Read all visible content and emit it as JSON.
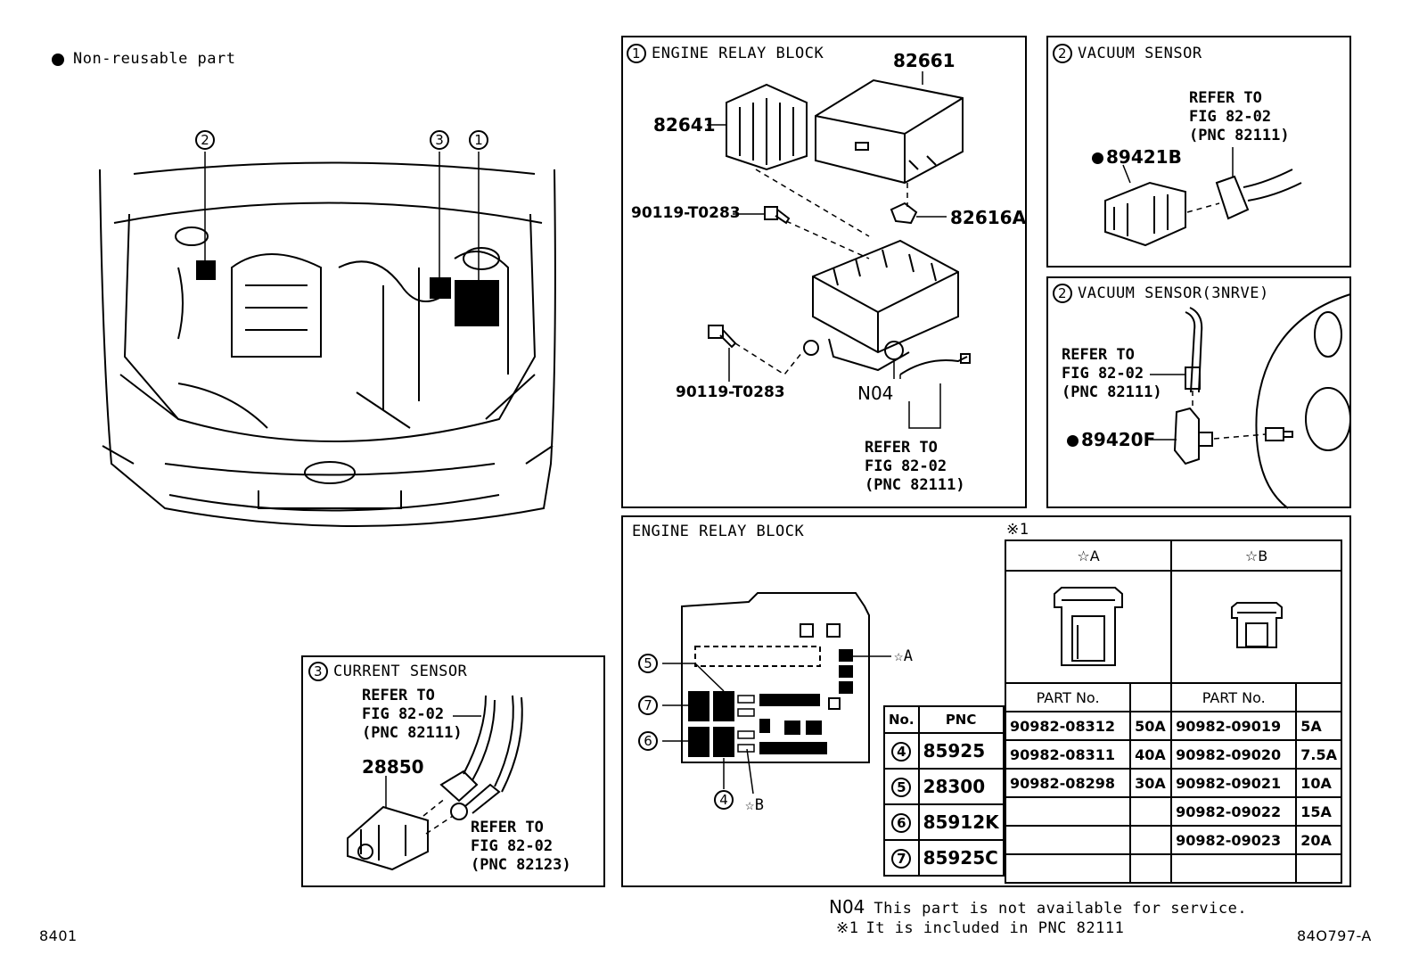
{
  "legend": {
    "non_reusable": "Non-reusable part"
  },
  "overview": {
    "callout_2": "2",
    "callout_3": "3",
    "callout_1": "1"
  },
  "engine_relay_block": {
    "title": "ENGINE RELAY BLOCK",
    "index": "1",
    "parts": {
      "cover": "82661",
      "relay_block": "82641",
      "bolt_upper": "90119-T0283",
      "bolt_lower": "90119-T0283",
      "clip": "82616A",
      "n04": "N04"
    },
    "refer": [
      "REFER TO",
      "FIG 82-02",
      "(PNC 82111)"
    ]
  },
  "vacuum_sensor": {
    "title": "VACUUM SENSOR",
    "index": "2",
    "part": "89421B",
    "refer": [
      "REFER TO",
      "FIG 82-02",
      "(PNC 82111)"
    ]
  },
  "vacuum_sensor_3nrve": {
    "title": "VACUUM SENSOR(3NRVE)",
    "index": "2",
    "part": "89420F",
    "refer": [
      "REFER TO",
      "FIG 82-02",
      "(PNC 82111)"
    ]
  },
  "current_sensor": {
    "title": "CURRENT SENSOR",
    "index": "3",
    "part": "28850",
    "refer_upper": [
      "REFER TO",
      "FIG 82-02",
      "(PNC 82111)"
    ],
    "refer_lower": [
      "REFER TO",
      "FIG 82-02",
      "(PNC 82123)"
    ]
  },
  "relay_layout": {
    "title": "ENGINE RELAY BLOCK",
    "star_a": "☆A",
    "star_b": "☆B",
    "callout_5": "5",
    "callout_7": "7",
    "callout_6": "6",
    "callout_4": "4",
    "note_mark": "※1",
    "pnc_table": {
      "headers": [
        "No.",
        "PNC"
      ],
      "rows": [
        {
          "no": "4",
          "pnc": "85925"
        },
        {
          "no": "5",
          "pnc": "28300"
        },
        {
          "no": "6",
          "pnc": "85912K"
        },
        {
          "no": "7",
          "pnc": "85925C"
        }
      ]
    },
    "fuse_table": {
      "col_a": "☆A",
      "col_b": "☆B",
      "part_no_header": "PART No.",
      "rows_a": [
        {
          "part": "90982-08312",
          "amp": "50A"
        },
        {
          "part": "90982-08311",
          "amp": "40A"
        },
        {
          "part": "90982-08298",
          "amp": "30A"
        },
        {
          "part": "",
          "amp": ""
        },
        {
          "part": "",
          "amp": ""
        },
        {
          "part": "",
          "amp": ""
        }
      ],
      "rows_b": [
        {
          "part": "90982-09019",
          "amp": "5A"
        },
        {
          "part": "90982-09020",
          "amp": "7.5A"
        },
        {
          "part": "90982-09021",
          "amp": "10A"
        },
        {
          "part": "90982-09022",
          "amp": "15A"
        },
        {
          "part": "90982-09023",
          "amp": "20A"
        },
        {
          "part": "",
          "amp": ""
        }
      ]
    }
  },
  "footer": {
    "n04_code": "N04",
    "n04_text": "This part is not available for service.",
    "note1_mark": "※1",
    "note1_text": "It is included in PNC 82111",
    "page_left": "8401",
    "page_right": "84O797-A"
  }
}
